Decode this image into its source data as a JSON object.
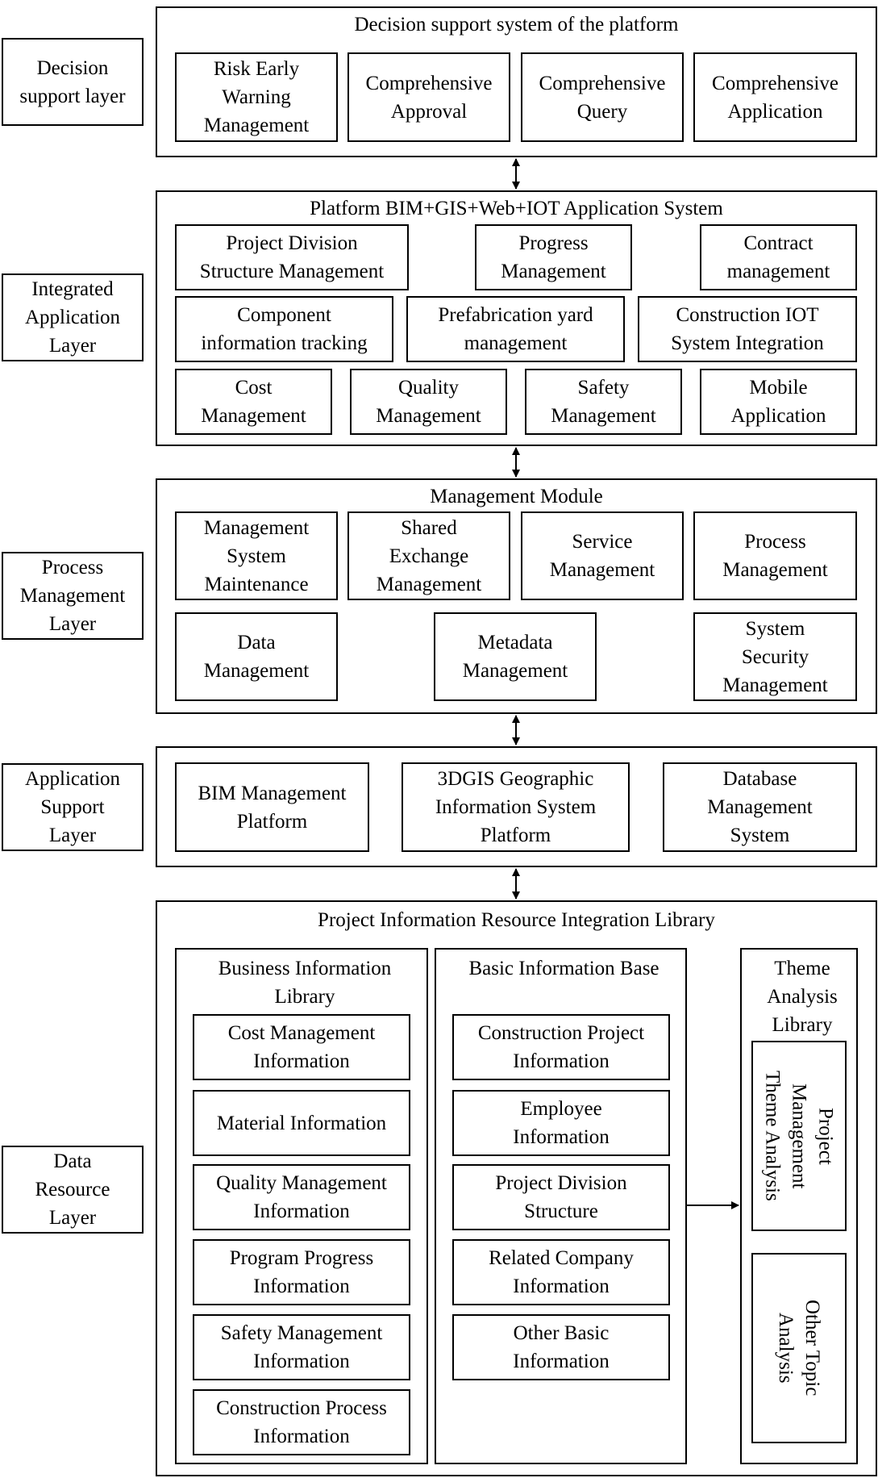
{
  "layers": {
    "decision": "Decision\nsupport layer",
    "integrated": "Integrated\nApplication\nLayer",
    "process": "Process\nManagement\nLayer",
    "app_support": "Application\nSupport\nLayer",
    "data_resource": "Data\nResource\nLayer"
  },
  "decision_system": {
    "title": "Decision support system of the platform",
    "items": [
      "Risk Early\nWarning\nManagement",
      "Comprehensive\nApproval",
      "Comprehensive\nQuery",
      "Comprehensive\nApplication"
    ]
  },
  "app_system": {
    "title": "Platform BIM+GIS+Web+IOT Application System",
    "row1": [
      "Project Division\nStructure Management",
      "Progress\nManagement",
      "Contract\nmanagement"
    ],
    "row2": [
      "Component\ninformation tracking",
      "Prefabrication yard\nmanagement",
      "Construction IOT\nSystem Integration"
    ],
    "row3": [
      "Cost\nManagement",
      "Quality\nManagement",
      "Safety\nManagement",
      "Mobile\nApplication"
    ]
  },
  "management_module": {
    "title": "Management Module",
    "row1": [
      "Management\nSystem\nMaintenance",
      "Shared\nExchange\nManagement",
      "Service\nManagement",
      "Process\nManagement"
    ],
    "row2": [
      "Data\nManagement",
      "Metadata\nManagement",
      "System\nSecurity\nManagement"
    ]
  },
  "support_platforms": [
    "BIM Management\nPlatform",
    "3DGIS Geographic\nInformation System\nPlatform",
    "Database\nManagement\nSystem"
  ],
  "resource_library": {
    "title": "Project Information Resource Integration Library",
    "business": {
      "title": "Business Information\nLibrary",
      "items": [
        "Cost Management\nInformation",
        "Material Information",
        "Quality Management\nInformation",
        "Program Progress\nInformation",
        "Safety Management\nInformation",
        "Construction Process\nInformation"
      ]
    },
    "basic": {
      "title": "Basic Information Base",
      "items": [
        "Construction Project\nInformation",
        "Employee\nInformation",
        "Project Division\nStructure",
        "Related Company\nInformation",
        "Other Basic\nInformation"
      ]
    },
    "theme": {
      "title": "Theme\nAnalysis\nLibrary",
      "items": [
        "Project\nManagement\nTheme Analysis",
        "Other Topic\nAnalysis"
      ]
    }
  }
}
